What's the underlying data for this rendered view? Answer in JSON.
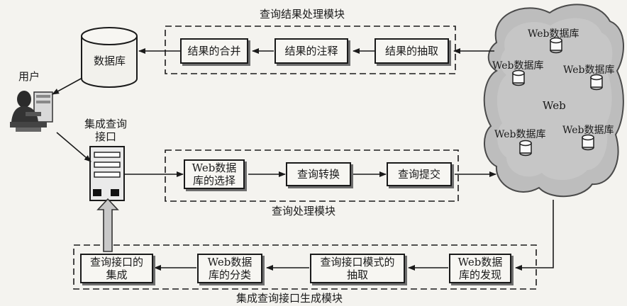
{
  "modules": {
    "result_processing": "查询结果处理模块",
    "query_processing": "查询处理模块",
    "interface_generation": "集成查询接口生成模块"
  },
  "nodes": {
    "database": "数据库",
    "user": "用户",
    "integrated_interface": "集成查询\n接口",
    "result_merge": "结果的合并",
    "result_annotate": "结果的注释",
    "result_extract": "结果的抽取",
    "web_db_select": "Web数据\n库的选择",
    "query_convert": "查询转换",
    "query_submit": "查询提交",
    "interface_integrate": "查询接口的\n集成",
    "web_db_classify": "Web数据\n库的分类",
    "interface_schema_extract": "查询接口模式的\n抽取",
    "web_db_discover": "Web数据\n库的发现"
  },
  "cloud": {
    "center_label": "Web",
    "db_labels": [
      "Web数据库",
      "Web数据库",
      "Web数据库",
      "Web数据库",
      "Web数据库"
    ]
  }
}
